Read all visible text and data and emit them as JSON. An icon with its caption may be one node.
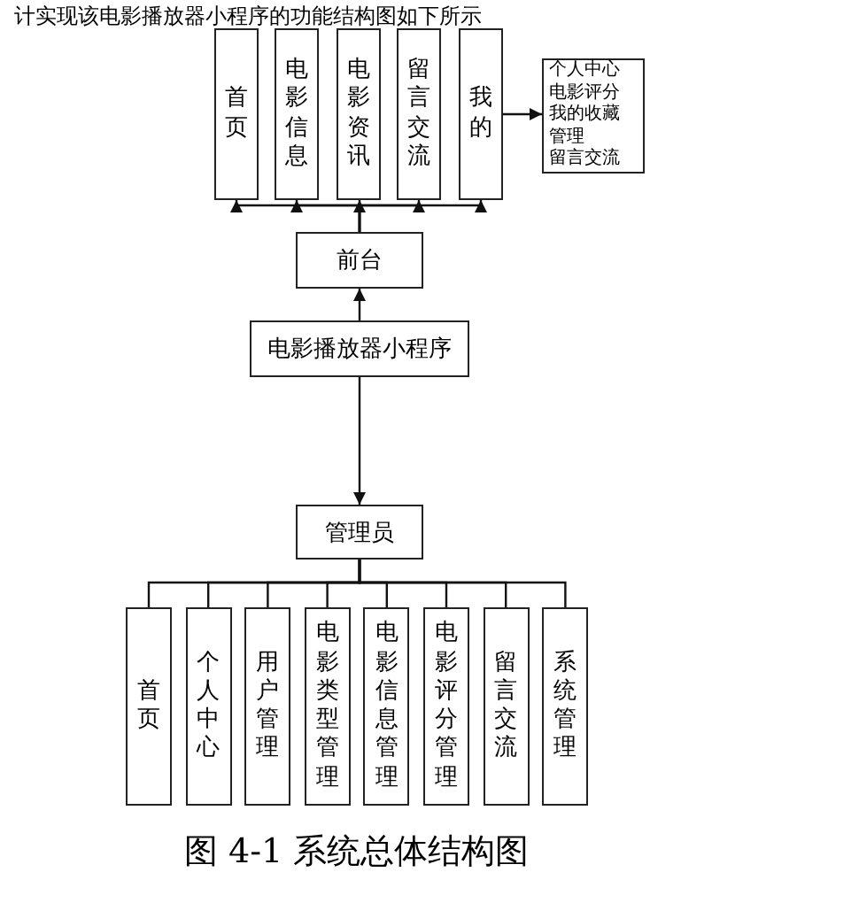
{
  "diagram": {
    "caption": "图 4-1 系统总体结构图",
    "nodes": [
      {
        "text": [
          "首页"
        ]
      },
      {
        "text": [
          "电影信息"
        ]
      },
      {
        "text": [
          "电影资讯"
        ]
      },
      {
        "text": [
          "留言交流"
        ]
      },
      {
        "text": [
          "我的"
        ]
      },
      {
        "text": [
          "个人中心",
          "电影评分",
          "我的收藏",
          "管理",
          "留言交流"
        ]
      },
      {
        "text": [
          "前台"
        ]
      },
      {
        "text": [
          "电影播放器小程序"
        ]
      },
      {
        "text": [
          "管理员"
        ]
      },
      {
        "text": [
          "首页"
        ]
      },
      {
        "text": [
          "个人中心"
        ]
      },
      {
        "text": [
          "用户管理"
        ]
      },
      {
        "text": [
          "电影类型管理"
        ]
      },
      {
        "text": [
          "电影信息管理"
        ]
      },
      {
        "text": [
          "电影评分管理"
        ]
      },
      {
        "text": [
          "留言交流"
        ]
      },
      {
        "text": [
          "系统管理"
        ]
      }
    ],
    "edges": [
      {
        "from": 6,
        "to": 0,
        "arrow": "to"
      },
      {
        "from": 6,
        "to": 1,
        "arrow": "to"
      },
      {
        "from": 6,
        "to": 2,
        "arrow": "to"
      },
      {
        "from": 6,
        "to": 3,
        "arrow": "to"
      },
      {
        "from": 6,
        "to": 4,
        "arrow": "to"
      },
      {
        "from": 4,
        "to": 5,
        "arrow": "to"
      },
      {
        "from": 7,
        "to": 6,
        "arrow": "to"
      },
      {
        "from": 7,
        "to": 8,
        "arrow": "to"
      },
      {
        "from": 8,
        "to": 9,
        "arrow": "none"
      },
      {
        "from": 8,
        "to": 10,
        "arrow": "none"
      },
      {
        "from": 8,
        "to": 11,
        "arrow": "none"
      },
      {
        "from": 8,
        "to": 12,
        "arrow": "none"
      },
      {
        "from": 8,
        "to": 13,
        "arrow": "none"
      },
      {
        "from": 8,
        "to": 14,
        "arrow": "none"
      },
      {
        "from": 8,
        "to": 15,
        "arrow": "none"
      },
      {
        "from": 8,
        "to": 16,
        "arrow": "none"
      }
    ],
    "labels": [
      "计实现该电影播放器小程序的功能结构图如下所示"
    ]
  }
}
